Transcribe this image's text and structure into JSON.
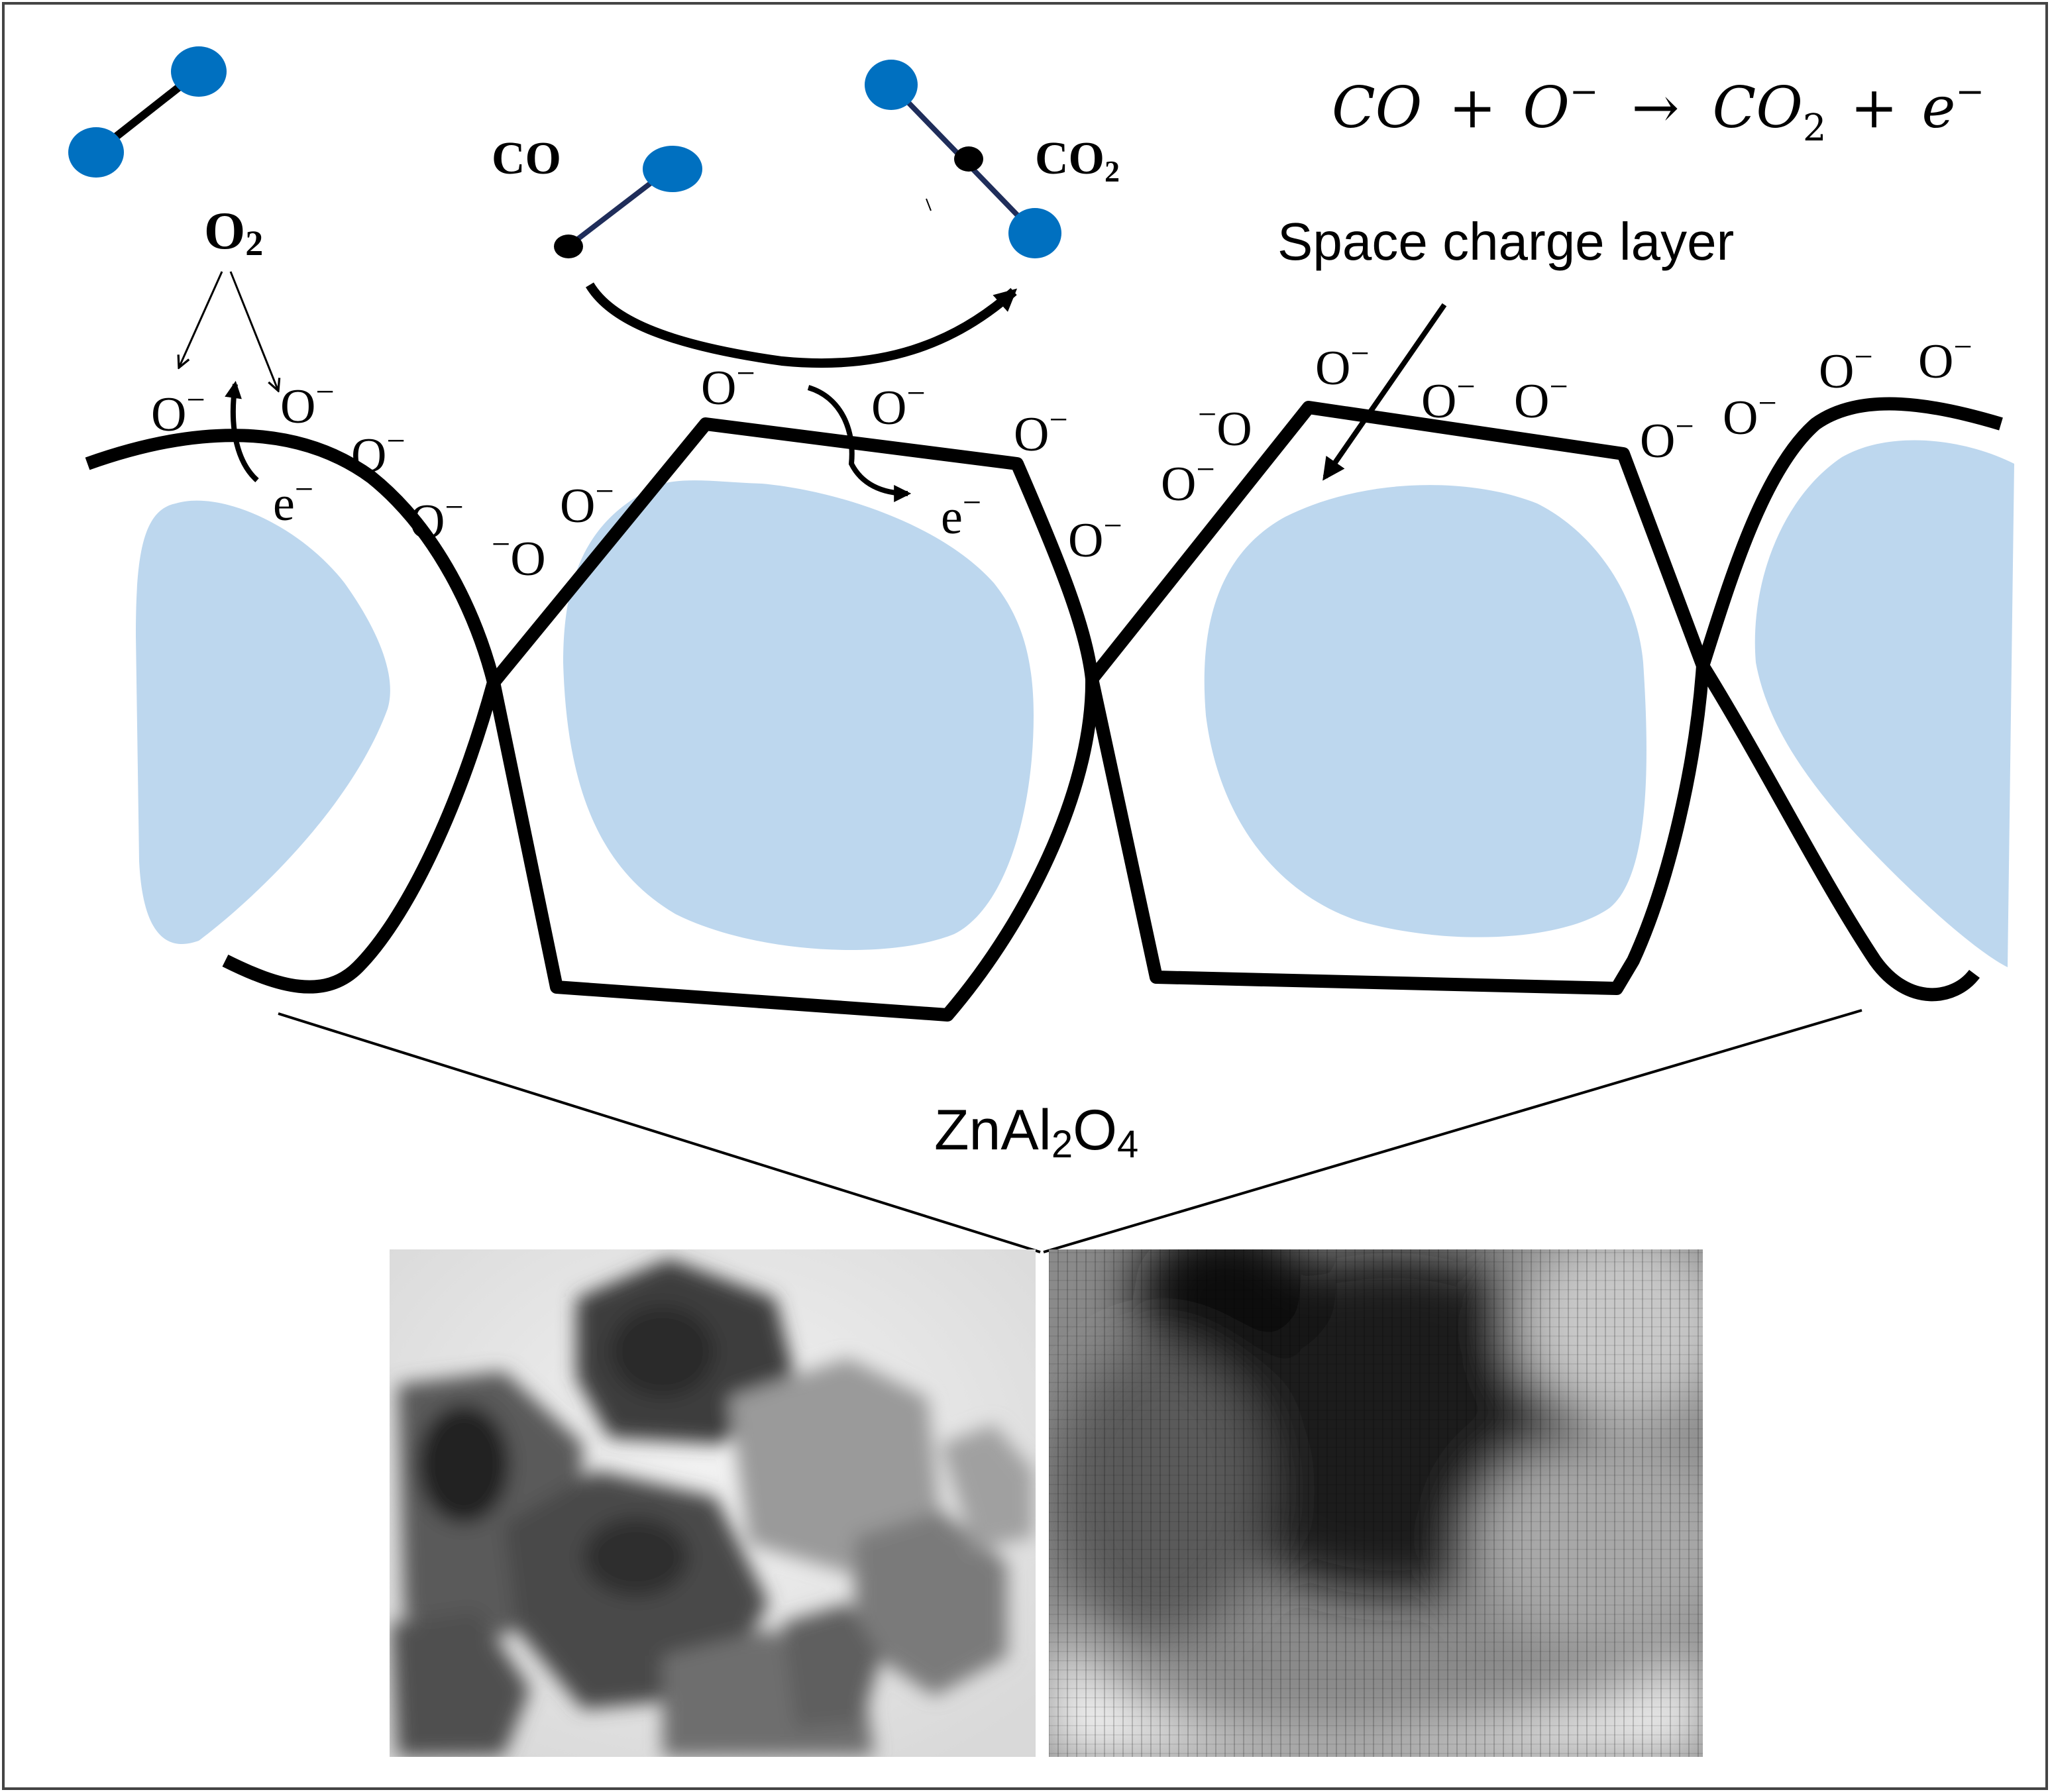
{
  "equation": {
    "lhs_a": "CO",
    "plus_1": "+",
    "lhs_b": "O",
    "lhs_b_sup": "−",
    "arrow": "→",
    "rhs_a": "CO",
    "rhs_a_sub": "2",
    "plus_2": "+",
    "rhs_b": "e",
    "rhs_b_sup": "−"
  },
  "molecules": {
    "o2_label": "O",
    "o2_label_sub": "2",
    "co_label": "CO",
    "co2_label": "CO",
    "co2_label_sub": "2"
  },
  "space_charge_label": "Space charge layer",
  "material_label": {
    "main_a": "ZnAl",
    "sub_a": "2",
    "main_b": "O",
    "sub_b": "4"
  },
  "ion": {
    "base": "O",
    "charge": "−"
  },
  "electron": {
    "base": "e",
    "charge": "−"
  },
  "colors": {
    "grain_core": "#bdd7ee",
    "atom_blue": "#0070c0",
    "carbon": "#000000",
    "bond": "#1f2d5a",
    "outline": "#000000"
  },
  "images": {
    "left": "tem-particles-image",
    "right": "hrtem-lattice-image"
  }
}
